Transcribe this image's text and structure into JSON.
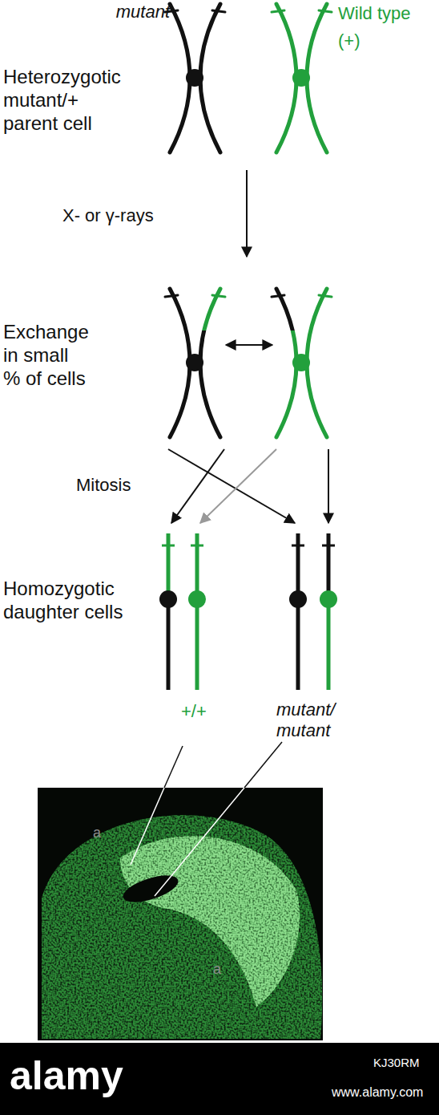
{
  "diagram": {
    "labels": [
      "mutant",
      "Wild type",
      "(+)",
      "Heterozygotic mutant/+ parent cell",
      "X- or γ-rays",
      "Exchange in small % of cells",
      "Mitosis",
      "Homozygotic daughter cells",
      "+/+",
      "mutant/ mutant",
      "a",
      "a",
      "alamy",
      "KJ30RM",
      "www.alamy.com"
    ]
  }
}
